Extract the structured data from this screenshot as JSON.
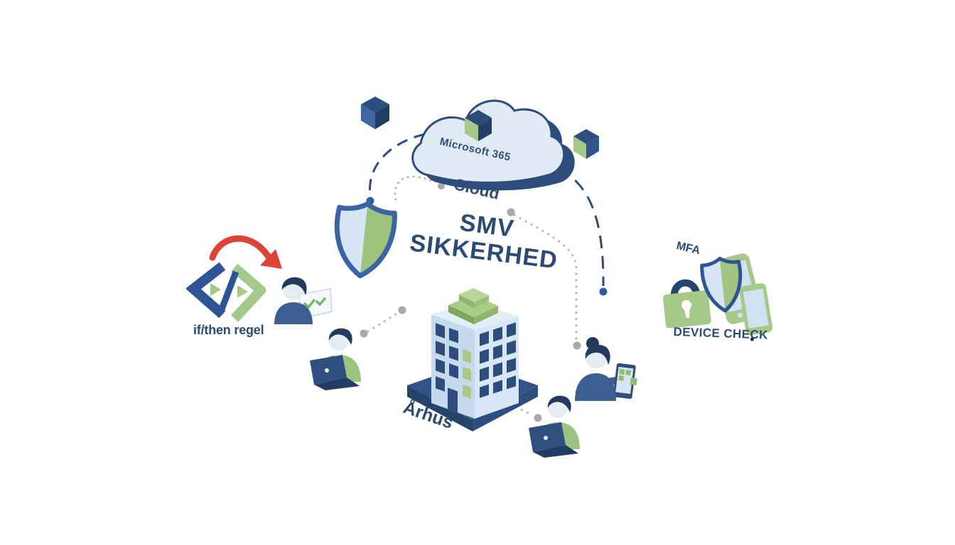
{
  "headline": {
    "line1": "SMV",
    "line2": "SIKKERHED"
  },
  "cloud": {
    "title": "Microsoft 365",
    "subtitle": "Cloud"
  },
  "building": {
    "label": "Århus"
  },
  "rule": {
    "label": "if/then regel"
  },
  "security": {
    "mfa": "MFA",
    "device_check": "DEVICE CHECK"
  },
  "icons": {
    "cloud": "cloud-icon",
    "cube": "isometric-cube-icon",
    "shield": "shield-icon",
    "building": "office-building-icon",
    "code": "code-brackets-icon",
    "arrow": "curved-red-arrow-icon",
    "person": "person-icon",
    "laptop_user": "laptop-user-icon",
    "tablet_user": "tablet-user-icon",
    "lock": "padlock-icon",
    "devices": "mobile-devices-icon"
  },
  "colors": {
    "navy": "#2e4d7c",
    "navy_dark": "#243f66",
    "text_navy": "#2b4a74",
    "body_blue": "#3d5e91",
    "cloud_fill": "#e0eaf5",
    "light_blue": "#d6e5f3",
    "green": "#a6c889",
    "green_window": "#a6ca87",
    "shirt_green": "#9cc37f",
    "red": "#dc4437",
    "gray_dot": "#a9a9a9"
  }
}
